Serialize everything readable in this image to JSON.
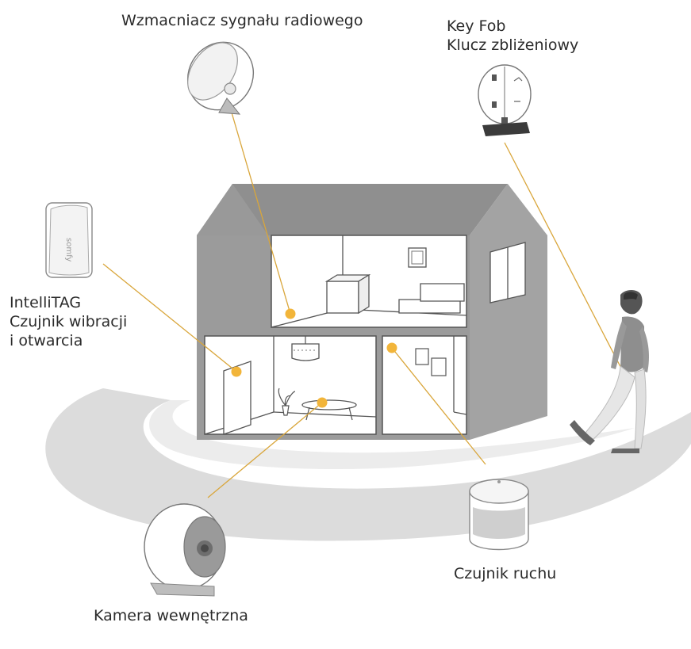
{
  "labels": {
    "signal_amplifier": "Wzmacniacz sygnału radiowego",
    "key_fob_line1": "Key Fob",
    "key_fob_line2": "Klucz zbliżeniowy",
    "intellitag_line1": "IntelliTAG",
    "intellitag_line2": "Czujnik wibracji",
    "intellitag_line3": "i otwarcia",
    "motion_sensor": "Czujnik ruchu",
    "indoor_camera": "Kamera wewnętrzna"
  },
  "device_brand_text": "somfy",
  "colors": {
    "accent_dot": "#f2b53a",
    "connector_line": "#d9a63b",
    "house_wall": "#9b9b9b",
    "house_roof": "#8f8f8f",
    "floor_path": "#d7d7d7",
    "text": "#2b2b2b"
  }
}
